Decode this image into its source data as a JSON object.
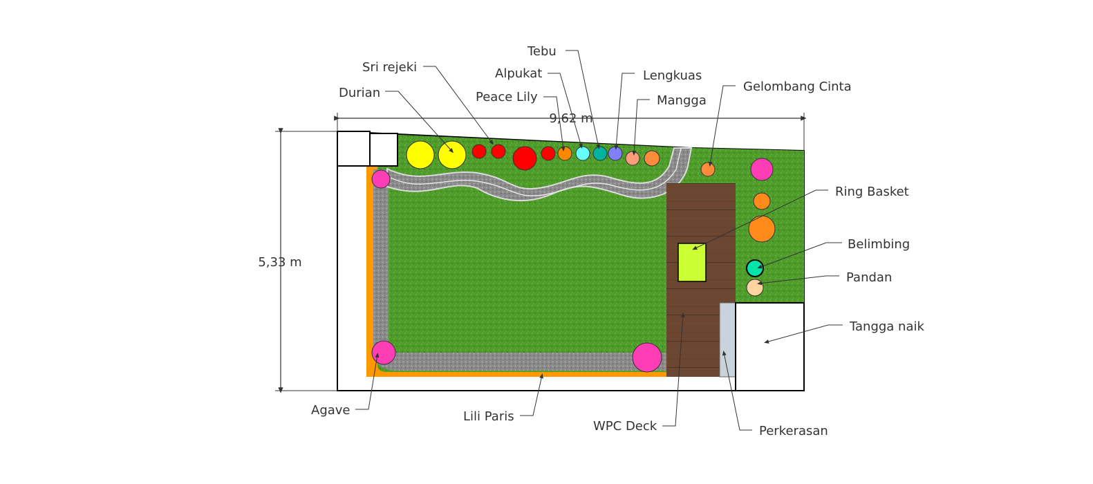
{
  "dimensions": {
    "width": "9,62 m",
    "height": "5,33 m"
  },
  "colors": {
    "grass": "#4e9a2a",
    "grass_dark": "#3f8423",
    "border_orange": "#ff9900",
    "gravel": "#8d8d8d",
    "deck": "#6b4630",
    "pavement": "#c9d3dc",
    "wall": "#ffffff"
  },
  "labels": {
    "tebu": "Tebu",
    "sri_rejeki": "Sri rejeki",
    "alpukat": "Alpukat",
    "lengkuas": "Lengkuas",
    "durian": "Durian",
    "peace_lily": "Peace Lily",
    "mangga": "Mangga",
    "gelombang_cinta": "Gelombang Cinta",
    "ring_basket": "Ring Basket",
    "belimbing": "Belimbing",
    "pandan": "Pandan",
    "tangga_naik": "Tangga naik",
    "agave": "Agave",
    "lili_paris": "Lili Paris",
    "wpc_deck": "WPC Deck",
    "perkerasan": "Perkerasan"
  },
  "plant_colors": {
    "durian": "#ffff00",
    "sri_rejeki": "#ff0000",
    "peace_lily": "#ff8800",
    "alpukat": "#66ffff",
    "tebu": "#00b3a0",
    "lengkuas": "#8080ff",
    "mangga": "#ff9c7a",
    "gelombang_cinta": "#ff8c3a",
    "agave": "#ff3db4",
    "belimbing": "#00e6a8",
    "pandan": "#ffd4a0",
    "ring_basket": "#ccff33"
  }
}
